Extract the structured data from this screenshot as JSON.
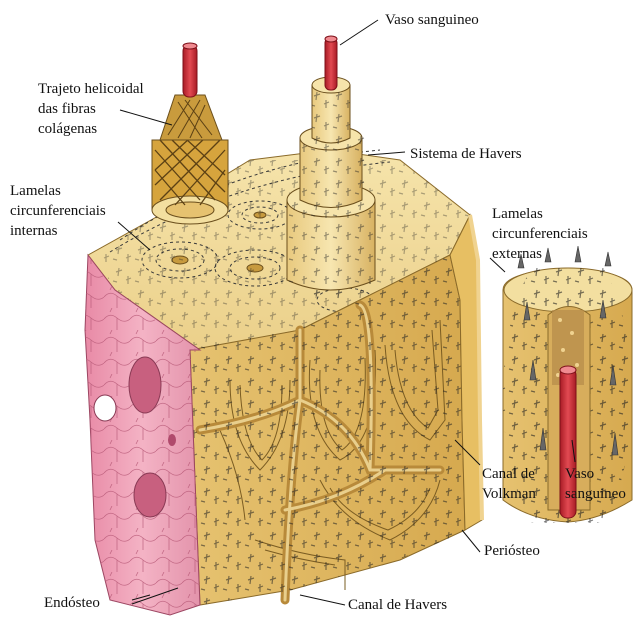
{
  "figure": {
    "labels": {
      "vaso_sanguineo_top": "Vaso sanguineo",
      "trajeto": [
        "Trajeto helicoidal",
        "das fibras",
        "colágenas"
      ],
      "sistema_havers": "Sistema de Havers",
      "lamelas_internas": [
        "Lamelas",
        "circunferenciais",
        "internas"
      ],
      "lamelas_externas": [
        "Lamelas",
        "circunferenciais",
        "externas"
      ],
      "canal_volkman": [
        "Canal de",
        "Volkman"
      ],
      "vaso_sanguineo_inset": [
        "Vaso",
        "sanguineo"
      ],
      "periosteo": "Periósteo",
      "endosteo": "Endósteo",
      "canal_havers": "Canal de Havers"
    },
    "colors": {
      "bone_light": "#f3dfa0",
      "bone_mid": "#e3c072",
      "bone_dark": "#c79a3e",
      "endosteum_pink": "#f0a8bd",
      "endosteum_dark": "#d97c99",
      "blood_vessel": "#d0303a",
      "cell_black": "#1c1c1c"
    }
  }
}
